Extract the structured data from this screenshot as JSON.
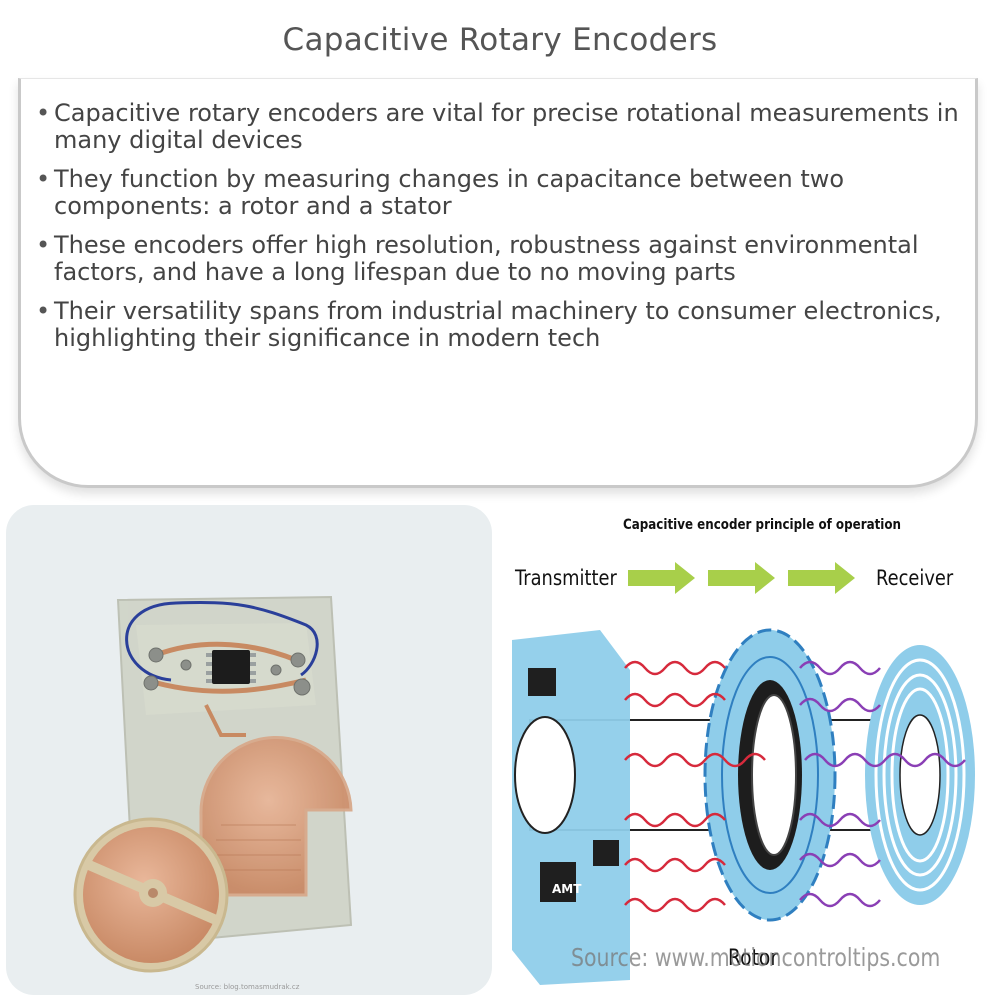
{
  "title": "Capacitive Rotary Encoders",
  "bullets": [
    "Capacitive rotary encoders are vital for precise rotational measurements in many digital devices",
    "They function by measuring changes in capacitance between two components: a rotor and a stator",
    "These encoders offer high resolution, robustness against environmental factors, and have a long lifespan due to no moving parts",
    "Their versatility spans from industrial machinery to consumer electronics, highlighting their significance in modern tech"
  ],
  "photo": {
    "credit": "Source: blog.tomasmudrak.cz"
  },
  "diagram": {
    "title": "Capacitive encoder principle of operation",
    "transmitter": "Transmitter",
    "receiver": "Receiver",
    "rotor": "Rotor",
    "chip_label": "AMT",
    "source": "Source: www.motioncontroltips.com",
    "colors": {
      "disc_blue": "#8fcdea",
      "arrow_green": "#a8cf4a",
      "signal_red": "#d62a3c",
      "signal_purple": "#8a3fb5"
    }
  }
}
